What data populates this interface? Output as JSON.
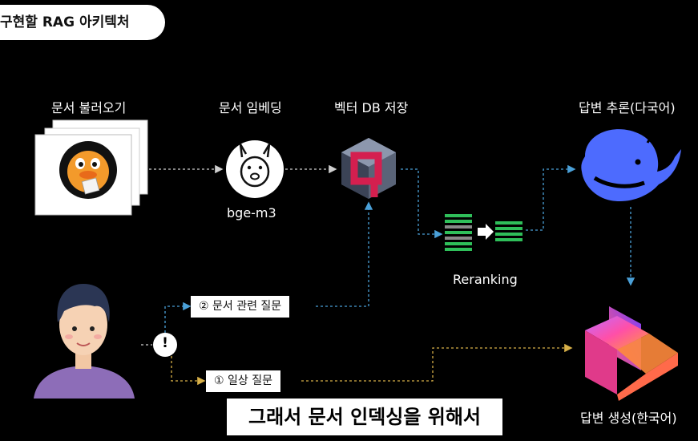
{
  "title": "구현할 RAG 아키텍처",
  "steps": {
    "load": "문서 불러오기",
    "embed": "문서 임베딩",
    "store": "벡터 DB 저장",
    "infer": "답변 추론(다국어)",
    "generate": "답변 생성(한국어)"
  },
  "embed_model": "bge-m3",
  "rerank_label": "Reranking",
  "queries": {
    "doc": "② 문서 관련  질문",
    "daily": "① 일상 질문"
  },
  "router_symbol": "!",
  "caption": "그래서 문서 인덱싱을 위해서",
  "colors": {
    "doc_flow": "#4aa0d8",
    "daily_flow": "#d8b048",
    "rerank_green": "#2fbf5a",
    "whale_blue": "#4d6bfe",
    "person_shirt": "#8d6db8"
  }
}
